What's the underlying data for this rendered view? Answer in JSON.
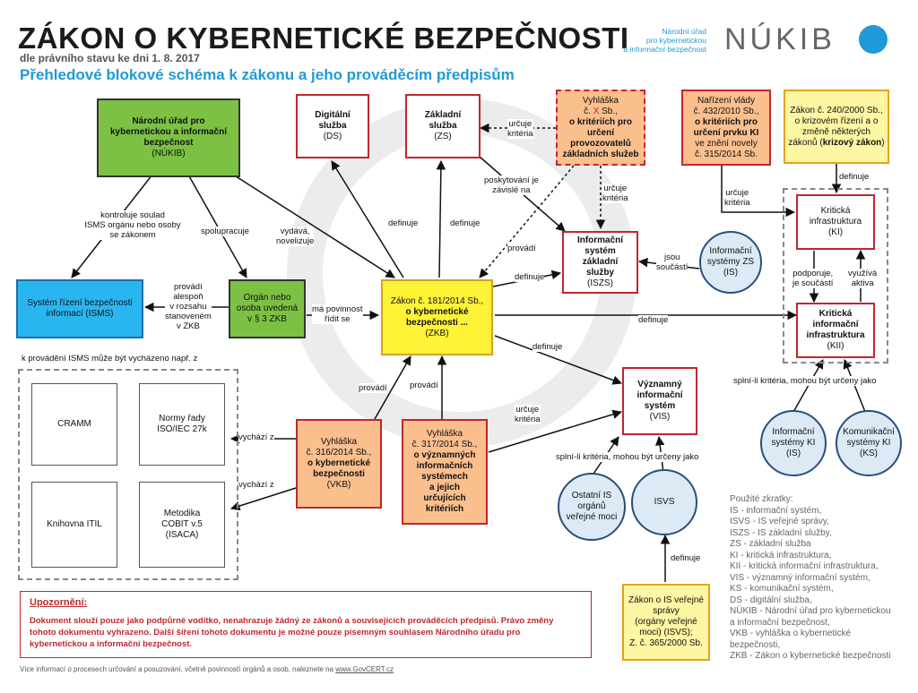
{
  "header": {
    "title": "ZÁKON O KYBERNETICKÉ BEZPEČNOSTI",
    "date": "dle právního stavu ke dni 1. 8. 2017",
    "subtitle": "Přehledové blokové schéma k zákonu a jeho prováděcím předpisům",
    "org_lines": [
      "Národní úřad",
      "pro kybernetickou",
      "a informační bezpečnost"
    ],
    "brand": "NÚKIB"
  },
  "nodes": {
    "nukib": {
      "lines": [
        "Národní úřad pro",
        "kybernetickou a informační",
        "bezpečnost"
      ],
      "sub": "(NÚKIB)"
    },
    "ds": {
      "lines": [
        "Digitální",
        "služba"
      ],
      "sub": "(DS)"
    },
    "zs": {
      "lines": [
        "Základní",
        "služba"
      ],
      "sub": "(ZS)"
    },
    "vyhlaska_x_pre": "Vyhláška",
    "vyhlaska_x_num": "č.",
    "vyhlaska_x_x": "X",
    "vyhlaska_x_sb": "Sb.,",
    "vyhlaska_x_lines": [
      "o kritériích pro",
      "určení",
      "provozovatelů",
      "základních služeb"
    ],
    "narizeni": {
      "lines": [
        "Nařízení vlády",
        "č. 432/2010 Sb.,"
      ],
      "bold": [
        "o kritériích pro",
        "určení prvku KI"
      ],
      "rest": [
        "ve znění novely",
        "č. 315/2014 Sb."
      ]
    },
    "krizovy": {
      "lines": [
        "Zákon č. 240/2000 Sb.,",
        "o krizovém řízení a o",
        "změně některých",
        "zákonů"
      ],
      "bold": "krizový zákon"
    },
    "isms": {
      "lines": [
        "Systém řízení bezpečnosti",
        "informací (ISMS)"
      ]
    },
    "organ": {
      "lines": [
        "Orgán nebo",
        "osoba uvedená",
        "v § 3 ZKB"
      ]
    },
    "zkb": {
      "lines": [
        "Zákon č. 181/2014 Sb.,"
      ],
      "bold": [
        "o kybernetické",
        "bezpečnosti ..."
      ],
      "sub": "(ZKB)"
    },
    "iszs": {
      "lines": [
        "Informační",
        "systém základní",
        "služby"
      ],
      "sub": "(ISZS)"
    },
    "is_zs": {
      "lines": [
        "Informační",
        "systémy ZS"
      ],
      "sub": "(IS)"
    },
    "ki": {
      "lines": [
        "Kritická",
        "infrastruktura"
      ],
      "sub": "(KI)"
    },
    "kii": {
      "lines": [
        "Kritická",
        "informační",
        "infrastruktura"
      ],
      "sub": "(KII)"
    },
    "vis": {
      "lines": [
        "Významný",
        "informační",
        "systém"
      ],
      "sub": "(VIS)"
    },
    "is_ki": {
      "lines": [
        "Informační",
        "systémy KI"
      ],
      "sub": "(IS)"
    },
    "ks_ki": {
      "lines": [
        "Komunikační",
        "systémy KI"
      ],
      "sub": "(KS)"
    },
    "cramm": "CRAMM",
    "iso": {
      "lines": [
        "Normy řady",
        "ISO/IEC 27k"
      ]
    },
    "itil": "Knihovna ITIL",
    "cobit": {
      "lines": [
        "Metodika",
        "COBIT v.5",
        "(ISACA)"
      ]
    },
    "vkb": {
      "lines": [
        "Vyhláška",
        "č. 316/2014 Sb.,"
      ],
      "bold": [
        "o kybernetické",
        "bezpečnosti"
      ],
      "sub": "(VKB)"
    },
    "vvis": {
      "lines": [
        "Vyhláška",
        "č. 317/2014 Sb.,"
      ],
      "bold": [
        "o významných",
        "informačních",
        "systémech",
        "a jejich",
        "určujících",
        "kritériích"
      ]
    },
    "ostatni": {
      "lines": [
        "Ostatní IS",
        "orgánů",
        "veřejné moci"
      ]
    },
    "isvs": "ISVS",
    "zakon_isvs": {
      "lines": [
        "Zákon o IS veřejné",
        "správy",
        "(orgány veřejné",
        "moci) (ISVS);",
        "Z. č. 365/2000 Sb."
      ]
    }
  },
  "labels": {
    "kontroluje": [
      "kontroluje soulad",
      "ISMS orgánu nebo osoby",
      "se zákonem"
    ],
    "spolupracuje": "spolupracuje",
    "vydava": [
      "vydává,",
      "novelizuje"
    ],
    "definuje1": "definuje",
    "definuje2": "definuje",
    "urcuje_kriteria1": [
      "určuje",
      "kritéria"
    ],
    "poskytovani": [
      "poskytování je",
      "závislé na"
    ],
    "urcuje_kriteria2": [
      "určuje",
      "kritéria"
    ],
    "urcuje_kriteria3": [
      "určuje",
      "kritéria"
    ],
    "definuje_krizovy": "definuje",
    "provadi1": "provádí",
    "definuje3": "definuje",
    "jsou_soucasti": [
      "jsou",
      "součástí"
    ],
    "podporuje": [
      "podporuje,",
      "je součástí"
    ],
    "vyuziva": [
      "využívá",
      "aktiva"
    ],
    "provadi_alespon": [
      "provádí",
      "alespoň",
      "v rozsahu",
      "stanoveném",
      "v ZKB"
    ],
    "ma_povinnost": [
      "má povinnost",
      "řídit se"
    ],
    "definuje4": "definuje",
    "definuje5": "definuje",
    "k_provadeni": "k provádění ISMS může být vycházeno např. z",
    "provadi2": "provádí",
    "provadi3": "provádí",
    "urcuje_kriteria4": [
      "určuje",
      "kritéria"
    ],
    "splni_li_ki": "splní-li kritéria, mohou být určeny jako",
    "vychazi1": "vychází z",
    "vychazi2": "vychází z",
    "splni_li_vis": "splní-li kritéria, mohou být určeny jako",
    "definuje6": "definuje"
  },
  "legend": {
    "title": "Použité zkratky:",
    "items": [
      "IS - informační systém,",
      "ISVS - IS veřejné správy,",
      "ISZS - IS základní služby,",
      "ZS - základní služba",
      "KI - kritická infrastruktura,",
      "KII - kritická informační infrastruktura,",
      "VIS - významný informační systém,",
      "KS - komunikační systém,",
      "DS - digitální služba,",
      "NÚKIB - Národní úřad pro kybernetickou",
      "a informační bezpečnost,",
      "VKB - vyhláška o kybernetické",
      "bezpečnosti,",
      "ZKB - Zákon o kybernetické bezpečnosti"
    ]
  },
  "warning": {
    "title": "Upozornění:",
    "lines": [
      "Dokument slouží pouze jako podpůrné vodítko, nenahrazuje žádný ze zákonů a souvisejících prováděcích předpisů. Právo změny",
      "tohoto dokumentu vyhrazeno. Další šíření tohoto dokumentu je možné pouze písemným souhlasem Národního úřadu pro",
      "kybernetickou a informační bezpečnost."
    ]
  },
  "footer": {
    "text": "Více informací o procesech určování a posuzování, včetně povinností orgánů a osob, naleznete na",
    "link": "www.GovCERT.cz"
  },
  "colors": {
    "accent": "#1f9ad6",
    "red": "#c0272d",
    "green": "#7cc144",
    "peach": "#fbbf8e",
    "yellow": "#fff338",
    "blue": "#29b6f0"
  }
}
